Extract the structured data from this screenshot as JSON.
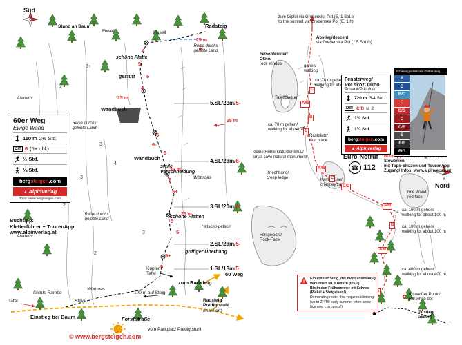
{
  "icons": {
    "phone": "☎",
    "mountain": "▲"
  },
  "page": {
    "copyright": "© www.bergsteigen.com"
  },
  "logos": {
    "berg_1": "berg",
    "berg_2": "steigen",
    "berg_3": ".com",
    "alpin": "Alpinverlag"
  },
  "left": {
    "compass": "Süd",
    "labels": {
      "stand_an_baum": "Stand an Baum",
      "fixseil": "Fixseil",
      "radsteig": "Radsteig",
      "reise": "Reise durchs gelobte Land",
      "schoene_platte": "schöne Platte",
      "gestuft": "gestuft",
      "wandbuch": "Wandbuch",
      "m25": "25 m",
      "atemlos": "Atemlos",
      "steile_1": "steile",
      "steile_2": "Verschneidung",
      "woettroas": "Wöttroas",
      "schoene_platten": "schöne Platten",
      "hetscho": "Hetscho-petsch",
      "griffiger": "griffiger Überhang",
      "weg60": "60 Weg",
      "kupfer_1": "Kupfer",
      "kupfer_2": "Tafel",
      "zum_radsteig": "zum Radsteig",
      "steig100": "100 m auf Steig",
      "leichte_rampe": "leichte Rampe",
      "steig": "Steig",
      "tafel": "Tafel",
      "einstieg": "Einstieg bei Baum",
      "radsteig_pred_1": "Radsteig",
      "radsteig_pred_2": "Predigtstuhl",
      "radsteig_pred_3": "(markiert)",
      "forststrasse": "Forststraße",
      "vom_parkplatz": "vom Parkplatz Predigtstuhl"
    },
    "pitches": [
      {
        "label": "5.SL/23m/",
        "grade": "5-"
      },
      {
        "label": "4.SL/23m/",
        "grade": "6-"
      },
      {
        "label": "3.SL/20m/",
        "grade": "6-"
      },
      {
        "label": "2.SL/23m/",
        "grade": "5-"
      },
      {
        "label": "1.SL/18m/",
        "grade": "5"
      }
    ],
    "route_numbers": [
      "4",
      "5",
      "5",
      "4",
      "5",
      "6-",
      "5",
      "6",
      "5+",
      "5",
      "5-",
      "5+",
      "5"
    ],
    "terrain_numbers": [
      "3+",
      "4",
      "3",
      "4",
      "3",
      "2",
      "3",
      "2"
    ],
    "info": {
      "title": "60er Weg",
      "subtitle": "Ewige Wand",
      "length": "110 m",
      "time": "2½ Std.",
      "diff_label": "Diff",
      "diff_main": "6",
      "diff_rest": "(5+ obl.)",
      "climb_time": "½ Std.",
      "walk_time": "¼ Std.",
      "credit": "Topo: www.bergsteigen.com"
    },
    "buchtipp": {
      "l1": "Buchtipp:",
      "l2": "Kletterführer + TourenApp",
      "l3": "www.alpinverlag.at"
    }
  },
  "right": {
    "compass": "Nord",
    "summit_1": "zum Gipfel via Grebenska Pot (E, 1 Std.)/",
    "summit_2": "to the summit via Grebenska Pot (E, 1 h)",
    "descent_1": "Abstieg/descent",
    "descent_2": "via Grebenska Pot (1,5 Std./h)",
    "labels": {
      "felsenfenster_1": "Felsenfenster/",
      "felsenfenster_2": "Okno/",
      "felsenfenster_3": "rock window",
      "gehen_1": "gehen/",
      "gehen_2": "walking",
      "ca70_1": "ca. 70 m gehen/",
      "ca70_2": "walking for about 70 m",
      "tafel": "Tafel/plaque",
      "rastplatz_1": "Rastplatz/",
      "rastplatz_2": "rest place",
      "hoehle_1": "kleine Höhle Naturdenkmal/",
      "hoehle_2": "small cave natural monument",
      "kriechband_1": "Kriechband/",
      "kriechband_2": "creep ledge",
      "kaminzone_1": "Kaminzone/",
      "kaminzone_2": "chimney zone",
      "felsgesicht_1": "Felsgesicht/",
      "felsgesicht_2": "Rock-Face",
      "rotewand_1": "rote Wand/",
      "rotewand_2": "red face",
      "ca100_1": "ca. 100 m gehen/",
      "ca100_2": "walking for about 100 m",
      "ca400_1": "ca. 400 m gehen/",
      "ca400_2": "walking for about 400 m",
      "rwpunkt_1": "rot-weißer Punkt/",
      "rwpunkt_2": "red-white dot",
      "zustieg_1": "Zustieg/",
      "zustieg_2": "ascent"
    },
    "markers": [
      "C",
      "A/B",
      "B",
      "C",
      "A/B",
      "C",
      "C/D",
      "A/B",
      "B",
      "A/B",
      "A"
    ],
    "info": {
      "title_1": "Fensterweg/",
      "title_2": "Pot skozi Okno",
      "subtitle": "Prisank/Prisojnik",
      "length": "720 m",
      "time": "3-4 Std.",
      "diff_label": "Diff",
      "diff_main": "C/D",
      "diff_rest": "u. 2",
      "climb_time": "1½ Std.",
      "walk_time": "1¼ Std."
    },
    "notruf": {
      "label": "Euro-Notruf",
      "number": "112"
    },
    "buchtipp": {
      "red": "Buchtipp:",
      "l1": "Klettersteigführer Slowenien",
      "l2": "mit Topo-Skizzen und TourenApp",
      "l3": "Zugang/ Infos: www.alpinverlag.at"
    },
    "warning": {
      "de_1": "Ein ernster Steig, der nicht vollständig",
      "de_2": "versichert ist. Klettern (bis 2)!",
      "de_3": "Bis in den Frühsommer oft Schnee",
      "de_4": "(Pickel + Steigeisen!)",
      "en_1": "Demanding route, that requires climbing",
      "en_2": "(up to 2)! Till early summer often snow",
      "en_3": "(ice axe, crampons!)"
    },
    "scale": {
      "header": "Schwierigkeitsskala Klettersteig",
      "rows": [
        {
          "label": "A",
          "color": "#2b5fa8"
        },
        {
          "label": "B",
          "color": "#1f4f96"
        },
        {
          "label": "B/C",
          "color": "#3d8fc0"
        },
        {
          "label": "C",
          "color": "#d93a33"
        },
        {
          "label": "C/D",
          "color": "#c4262b"
        },
        {
          "label": "D",
          "color": "#a31b20"
        },
        {
          "label": "D/E",
          "color": "#7e1418"
        },
        {
          "label": "E",
          "color": "#4d4d4d"
        },
        {
          "label": "E/F",
          "color": "#2e2e2e"
        },
        {
          "label": "F/G",
          "color": "#000000"
        }
      ]
    }
  }
}
